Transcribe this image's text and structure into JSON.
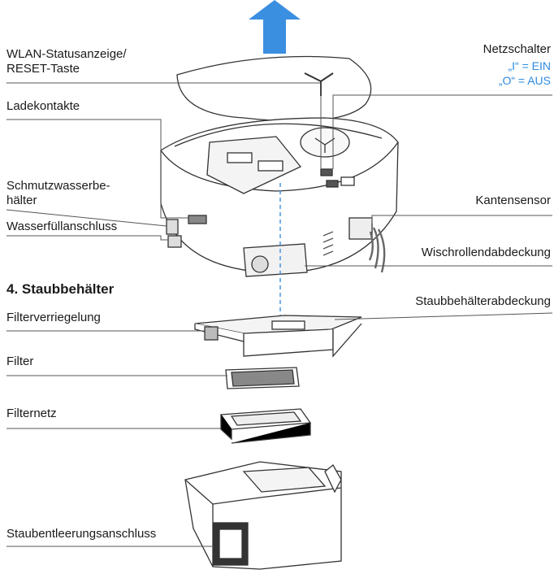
{
  "labels": {
    "wlan_line1": "WLAN-Statusanzeige/",
    "wlan_line2": "RESET-Taste",
    "ladekontakte": "Ladekontakte",
    "schmutz_line1": "Schmutzwasserbe-",
    "schmutz_line2": "hälter",
    "wasserfull": "Wasserfüllanschluss",
    "netzschalter": "Netzschalter",
    "ein": "„I“ = EIN",
    "aus": "„O“ = AUS",
    "kantensensor": "Kantensensor",
    "wischrollen": "Wischrollendabdeckung",
    "section_title": "4. Staubbehälter",
    "staubbehalterabdeckung": "Staubbehälterabdeckung",
    "filterverriegelung": "Filterverriegelung",
    "filter": "Filter",
    "filternetz": "Filternetz",
    "staubentleerung": "Staubentleerungsanschluss"
  },
  "colors": {
    "accent_blue": "#2e8be0",
    "line": "#555555",
    "stroke": "#333333"
  }
}
